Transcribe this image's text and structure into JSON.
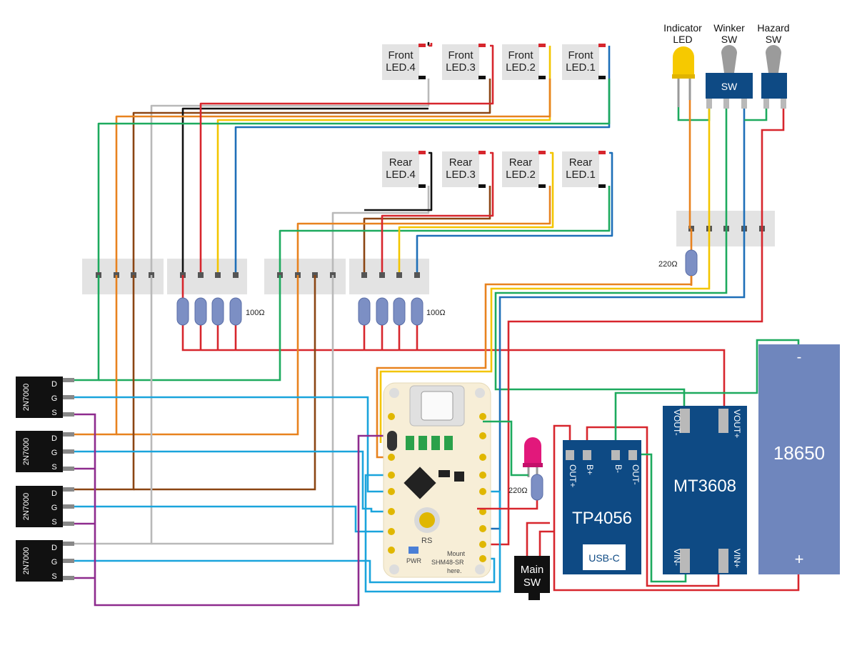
{
  "front_leds": [
    {
      "line1": "Front",
      "line2": "LED.4"
    },
    {
      "line1": "Front",
      "line2": "LED.3"
    },
    {
      "line1": "Front",
      "line2": "LED.2"
    },
    {
      "line1": "Front",
      "line2": "LED.1"
    }
  ],
  "rear_leds": [
    {
      "line1": "Rear",
      "line2": "LED.4"
    },
    {
      "line1": "Rear",
      "line2": "LED.3"
    },
    {
      "line1": "Rear",
      "line2": "LED.2"
    },
    {
      "line1": "Rear",
      "line2": "LED.1"
    }
  ],
  "indicator": {
    "line1": "Indicator",
    "line2": "LED"
  },
  "winker": {
    "line1": "Winker",
    "line2": "SW",
    "body": "SW"
  },
  "hazard": {
    "line1": "Hazard",
    "line2": "SW"
  },
  "resistor_100": "100Ω",
  "resistor_220_top": "220Ω",
  "resistor_220_mid": "220Ω",
  "mosfet_label": "2N7000",
  "mosfet_pins": [
    "D",
    "G",
    "S"
  ],
  "tp4056": {
    "name": "TP4056",
    "usb": "USB-C",
    "pins": [
      "OUT+",
      "B+",
      "B-",
      "OUT-"
    ]
  },
  "mt3608": {
    "name": "MT3608",
    "vout_minus": "VOUT-",
    "vout_plus": "VOUT+",
    "vin_minus": "VIN-",
    "vin_plus": "VIN+"
  },
  "battery": {
    "name": "18650",
    "minus": "-",
    "plus": "+"
  },
  "main_sw": {
    "line1": "Main",
    "line2": "SW"
  },
  "mcu": {
    "text1": "Mount",
    "text2": "SHM48-SR",
    "text3": "here.",
    "rs": "RS",
    "pwr": "PWR"
  },
  "colors": {
    "green": "#1daa5e",
    "orange": "#e8821e",
    "brown": "#8b4513",
    "gray": "#b9b9b9",
    "black": "#111111",
    "red": "#d7262d",
    "yellow": "#f3c500",
    "blue": "#1e6fb8",
    "cyan": "#1aa4dc",
    "purple": "#8e2b8e",
    "module_blue": "#0e4a84",
    "battery": "#6f86bd",
    "pink": "#e2187b"
  }
}
